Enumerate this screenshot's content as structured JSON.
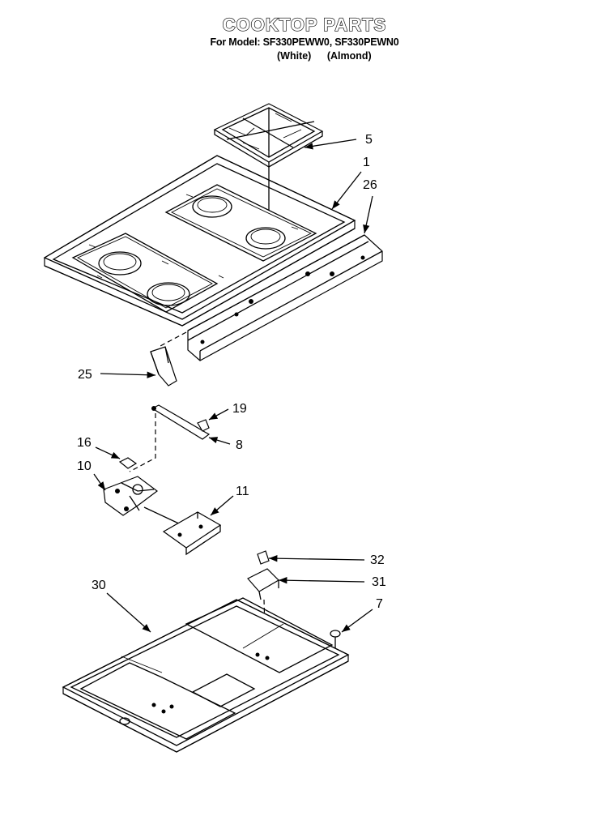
{
  "header": {
    "title": "COOKTOP PARTS",
    "model_line": "For Model: SF330PEWW0, SF330PEWN0",
    "color_white": "(White)",
    "color_almond": "(Almond)"
  },
  "callouts": {
    "c5": "5",
    "c1": "1",
    "c26": "26",
    "c25": "25",
    "c19": "19",
    "c8": "8",
    "c16": "16",
    "c10": "10",
    "c11": "11",
    "c32": "32",
    "c31": "31",
    "c30": "30",
    "c7": "7"
  }
}
